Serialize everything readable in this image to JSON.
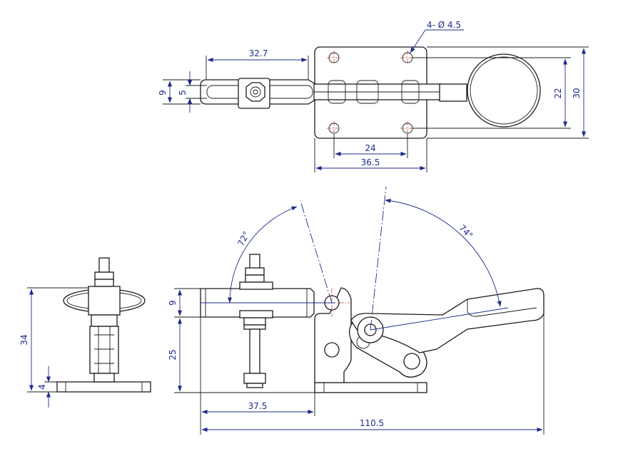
{
  "dimensions": {
    "top_32_7": "32.7",
    "top_9": "9",
    "top_5": "5",
    "hole": "4- Ø 4.5",
    "top_22": "22",
    "top_30": "30",
    "top_24": "24",
    "top_36_5": "36.5",
    "angle_72": "72°",
    "angle_74": "74°",
    "side_9": "9",
    "side_25": "25",
    "side_37_5": "37.5",
    "side_110_5": "110.5",
    "end_34": "34",
    "end_4": "4"
  },
  "colors": {
    "outline": "#1a1a1a",
    "dimension": "#1f2a8c",
    "centerline": "#c0392b"
  }
}
